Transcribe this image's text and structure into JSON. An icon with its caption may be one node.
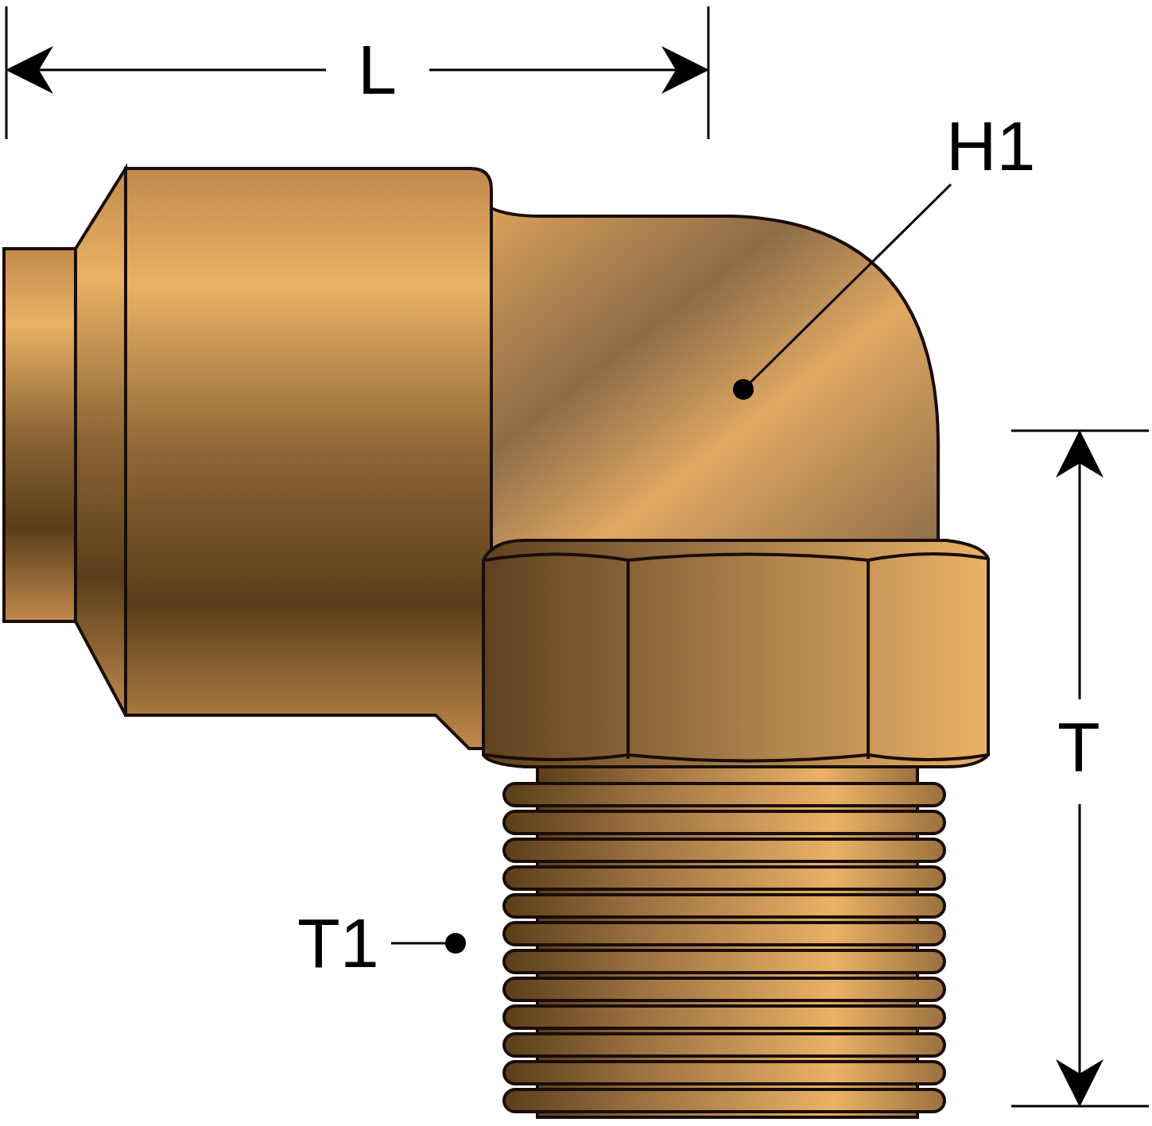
{
  "diagram": {
    "nodes": [
      {
        "text": [
          "H1"
        ]
      },
      {
        "text": [],
        "shape": "picture"
      },
      {
        "text": [
          "T1"
        ]
      },
      {
        "text": [],
        "shape": "picture"
      }
    ],
    "edges": [
      {
        "from": 0,
        "to": 1,
        "arrow": "other"
      },
      {
        "from": 2,
        "to": 3,
        "arrow": "other"
      }
    ],
    "labels": [
      "L",
      "T"
    ]
  }
}
